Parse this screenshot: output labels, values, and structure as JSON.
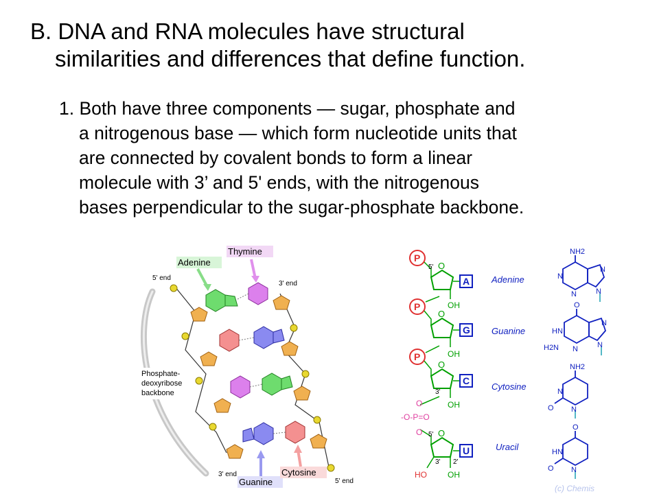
{
  "slide": {
    "heading": {
      "line1": "B. DNA and RNA molecules have structural",
      "line2": "similarities and differences that define function."
    },
    "point": {
      "lines": [
        "1. Both have three components — sugar, phosphate and",
        "a nitrogenous base — which form nucleotide units that",
        "are connected by covalent bonds to form a linear",
        "molecule with 3’ and 5' ends, with the nitrogenous",
        "bases perpendicular to the sugar-phosphate backbone."
      ]
    }
  },
  "dna_diagram": {
    "adenine": "Adenine",
    "thymine": "Thymine",
    "guanine": "Guanine",
    "cytosine": "Cytosine",
    "end5_top": "5' end",
    "end3_top": "3' end",
    "end3_bottom": "3' end",
    "end5_bottom": "5' end",
    "backbone_1": "Phosphate-",
    "backbone_2": "deoxyribose",
    "backbone_3": "backbone",
    "colors": {
      "adenine": "#5fd35f",
      "thymine": "#d070e0",
      "guanine": "#7b7be8",
      "cytosine": "#f08a8a",
      "sugar": "#e8a040",
      "phosphate": "#d8c820"
    }
  },
  "rna_diagram": {
    "phosphate_symbol": "P",
    "ring_oxygen": "O",
    "hydroxyl": "OH",
    "hydroxyl_ho": "HO",
    "prime5": "5'",
    "prime3": "3'",
    "prime2": "2'",
    "bridge_top": "O",
    "bridge_mid": "-O-P=O",
    "bridge_bottom": "O",
    "bases": [
      {
        "letter": "A",
        "name": "Adenine"
      },
      {
        "letter": "G",
        "name": "Guanine"
      },
      {
        "letter": "C",
        "name": "Cytosine"
      },
      {
        "letter": "U",
        "name": "Uracil"
      }
    ],
    "structures": {
      "nh2": "NH2",
      "h2n": "H2N",
      "hn": "HN",
      "n": "N",
      "o": "O"
    },
    "watermark": "(c) Chemis",
    "colors": {
      "backbone": "#00a000",
      "phosphate": "#e03030",
      "base": "#1020c0"
    }
  }
}
